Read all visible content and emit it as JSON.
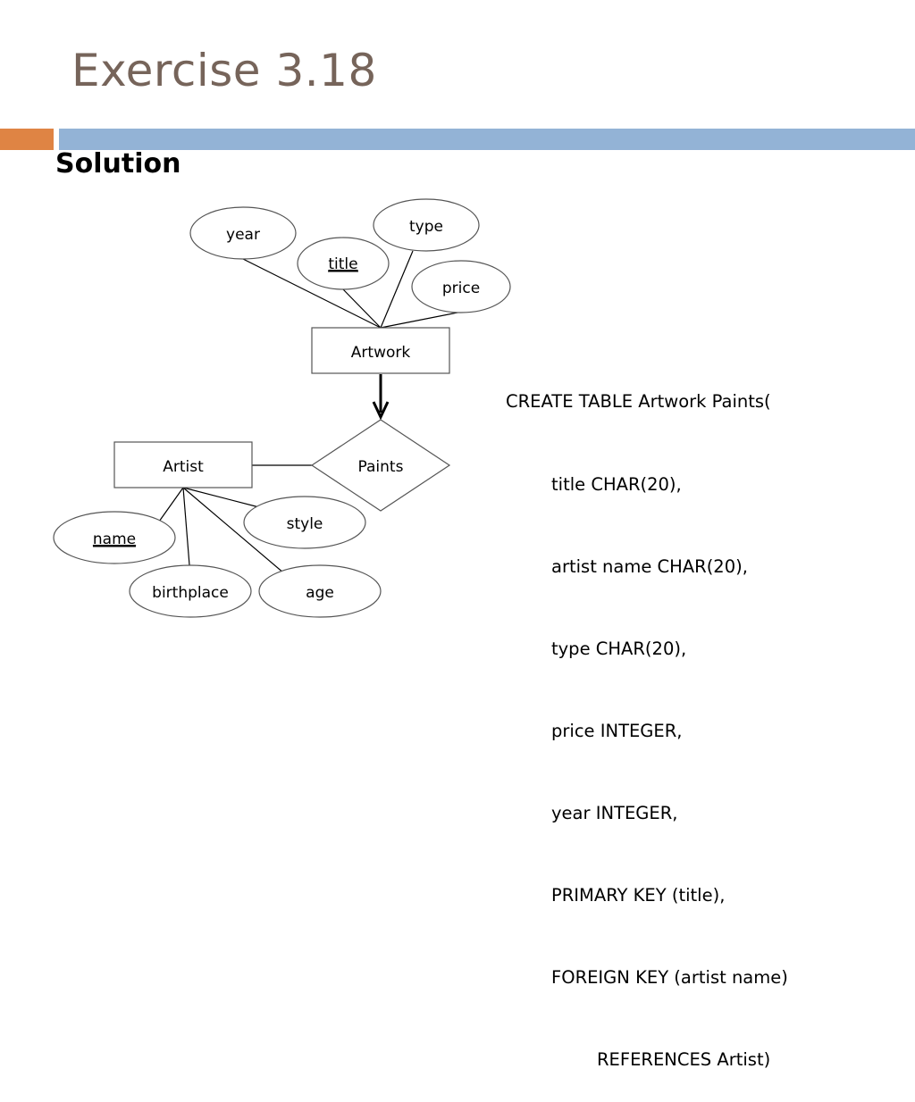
{
  "slide": {
    "title": "Exercise 3.18",
    "subtitle": "Solution"
  },
  "diagram": {
    "entities": {
      "artwork": "Artwork",
      "artist": "Artist"
    },
    "relationship": "Paints",
    "attributes": {
      "year": "year",
      "type": "type",
      "title": "title",
      "price": "price",
      "style": "style",
      "name": "name",
      "birthplace": "birthplace",
      "age": "age"
    }
  },
  "sql": {
    "lines": [
      "CREATE TABLE Artwork Paints(",
      "title CHAR(20),",
      "artist name CHAR(20),",
      "type CHAR(20),",
      "price INTEGER,",
      "year INTEGER,",
      "PRIMARY KEY (title),",
      "FOREIGN KEY (artist name)",
      "REFERENCES Artist)"
    ]
  },
  "colors": {
    "title": "#76645a",
    "accent_orange": "#df8444",
    "accent_blue": "#93b3d6"
  }
}
